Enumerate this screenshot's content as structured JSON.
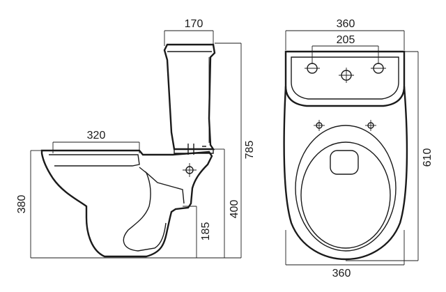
{
  "dimensions": {
    "tank_depth": "170",
    "overall_width": "360",
    "fixing_hole_spacing": "205",
    "seat_length": "320",
    "overall_height": "785",
    "overall_length": "610",
    "bowl_height_front": "380",
    "rim_height": "400",
    "outlet_height": "185",
    "base_width": "360"
  },
  "colors": {
    "line": "#1a1a1a",
    "background": "#ffffff"
  }
}
